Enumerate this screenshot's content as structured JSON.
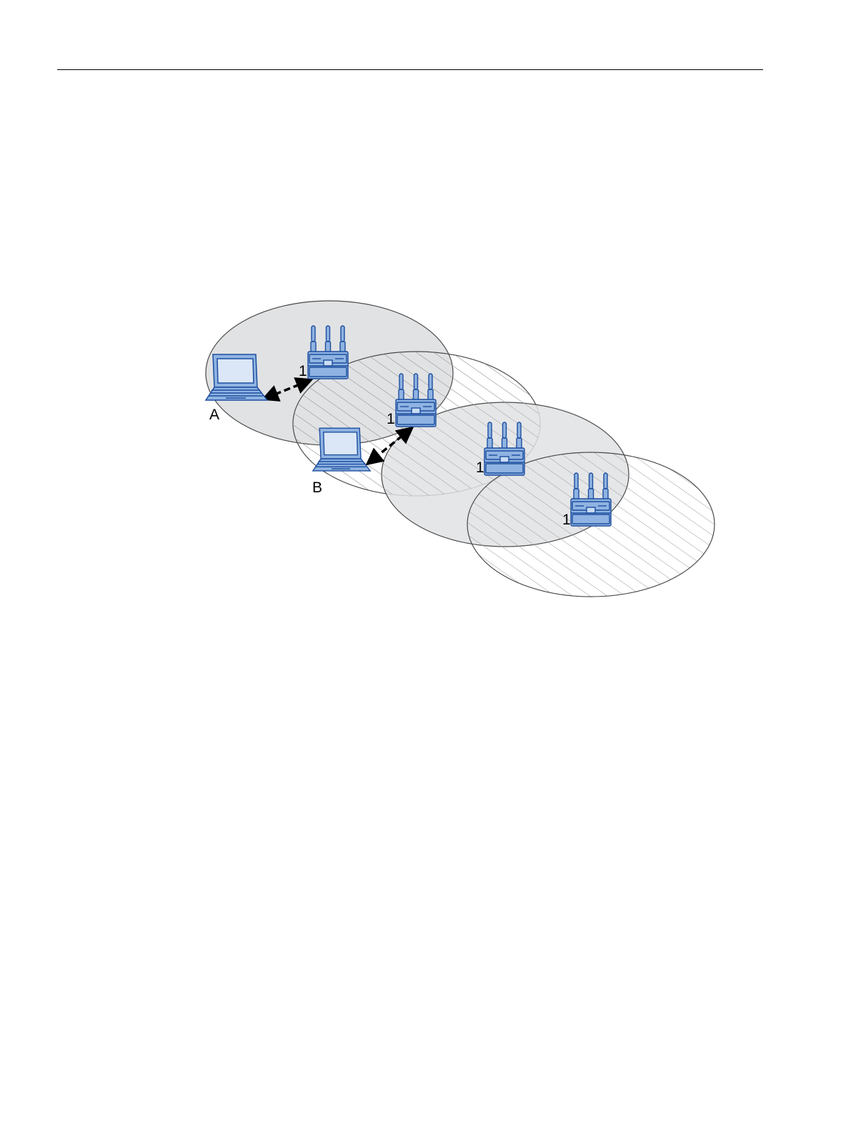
{
  "diagram": {
    "colors": {
      "cell_fill": "#e1e2e4",
      "cell_stroke": "#4a4a4a",
      "hatch": "#9a9a9a",
      "device_fill": "#8fb3e2",
      "device_stroke": "#1d4e9e",
      "arrow": "#000000"
    },
    "access_points": [
      {
        "label": "1",
        "icon": "access-point-icon"
      },
      {
        "label": "1",
        "icon": "access-point-icon"
      },
      {
        "label": "1",
        "icon": "access-point-icon"
      },
      {
        "label": "1",
        "icon": "access-point-icon"
      }
    ],
    "clients": [
      {
        "label": "A",
        "icon": "laptop-icon"
      },
      {
        "label": "B",
        "icon": "laptop-icon"
      }
    ]
  }
}
